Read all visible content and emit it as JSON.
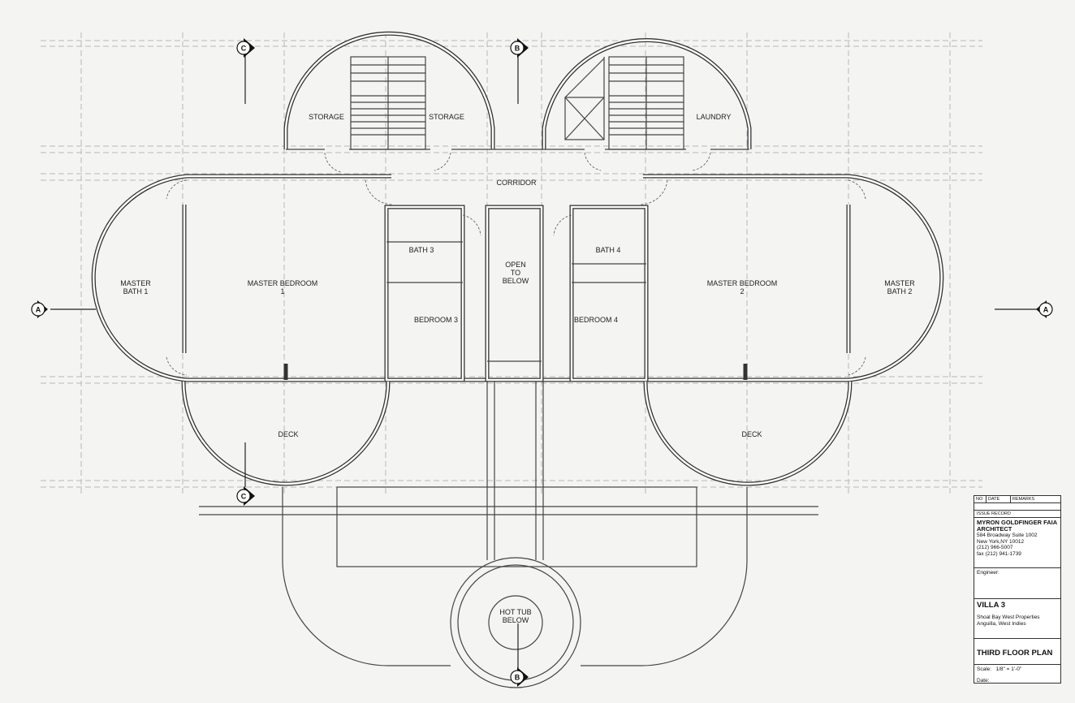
{
  "rooms": {
    "storage_left": "STORAGE",
    "storage_right": "STORAGE",
    "laundry": "LAUNDRY",
    "corridor": "CORRIDOR",
    "master_bath_1": [
      "MASTER",
      "BATH 1"
    ],
    "master_bedroom_1": [
      "MASTER BEDROOM",
      "1"
    ],
    "bath_3": "BATH 3",
    "open_to_below": [
      "OPEN",
      "TO",
      "BELOW"
    ],
    "bath_4": "BATH 4",
    "master_bedroom_2": [
      "MASTER BEDROOM",
      "2"
    ],
    "master_bath_2": [
      "MASTER",
      "BATH 2"
    ],
    "bedroom_3": "BEDROOM 3",
    "bedroom_4": "BEDROOM 4",
    "deck_left": "DECK",
    "deck_right": "DECK",
    "hot_tub": [
      "HOT TUB",
      "BELOW"
    ]
  },
  "section_markers": {
    "a_left": "A",
    "a_right": "A",
    "b_top": "B",
    "b_bottom": "B",
    "c_top": "C",
    "c_bottom": "C"
  },
  "title_block": {
    "col_no": "NO",
    "col_date": "DATE",
    "col_remarks": "REMARKS",
    "issue_record": "ISSUE RECORD",
    "architect_line1": "MYRON GOLDFINGER FAIA",
    "architect_line2": "ARCHITECT",
    "address_1": "584 Broadway  Suite 1002",
    "address_2": "New York,NY 10012",
    "phone": "(212) 966-5007",
    "fax": "fax (212) 941-1739",
    "engineer_label": "Engineer:",
    "project": "VILLA 3",
    "client_1": "Shoal Bay West Properties",
    "client_2": "Anguilla, West Indies",
    "sheet_title": "THIRD FLOOR PLAN",
    "scale_label": "Scale:",
    "scale_value": "1/8\" = 1'-0\"",
    "date_label": "Date:"
  }
}
